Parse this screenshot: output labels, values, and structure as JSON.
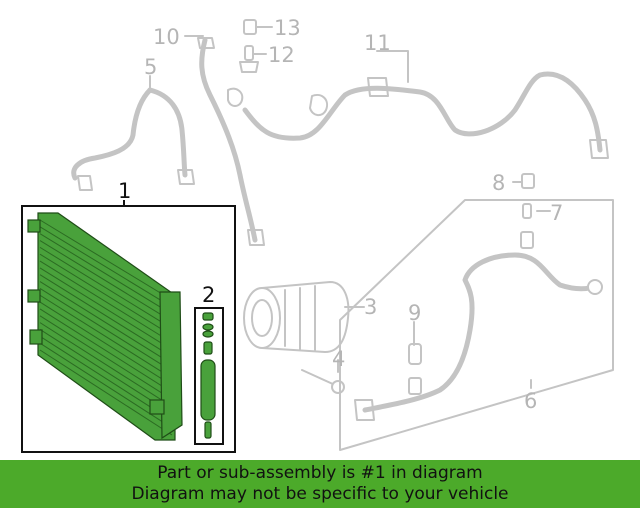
{
  "callouts": [
    {
      "id": "1",
      "label": "1",
      "highlighted": true
    },
    {
      "id": "2",
      "label": "2",
      "highlighted": true
    },
    {
      "id": "3",
      "label": "3",
      "highlighted": false
    },
    {
      "id": "4",
      "label": "4",
      "highlighted": false
    },
    {
      "id": "5",
      "label": "5",
      "highlighted": false
    },
    {
      "id": "6",
      "label": "6",
      "highlighted": false
    },
    {
      "id": "7",
      "label": "7",
      "highlighted": false
    },
    {
      "id": "8",
      "label": "8",
      "highlighted": false
    },
    {
      "id": "9",
      "label": "9",
      "highlighted": false
    },
    {
      "id": "10",
      "label": "10",
      "highlighted": false
    },
    {
      "id": "11",
      "label": "11",
      "highlighted": false
    },
    {
      "id": "12",
      "label": "12",
      "highlighted": false
    },
    {
      "id": "13",
      "label": "13",
      "highlighted": false
    }
  ],
  "banner": {
    "line1": "Part or sub-assembly is #1 in diagram",
    "line2": "Diagram may not be specific to your vehicle"
  },
  "colors": {
    "highlight": "#49a13b",
    "banner": "#4caa2a",
    "inactive_line": "#c4c4c4"
  }
}
